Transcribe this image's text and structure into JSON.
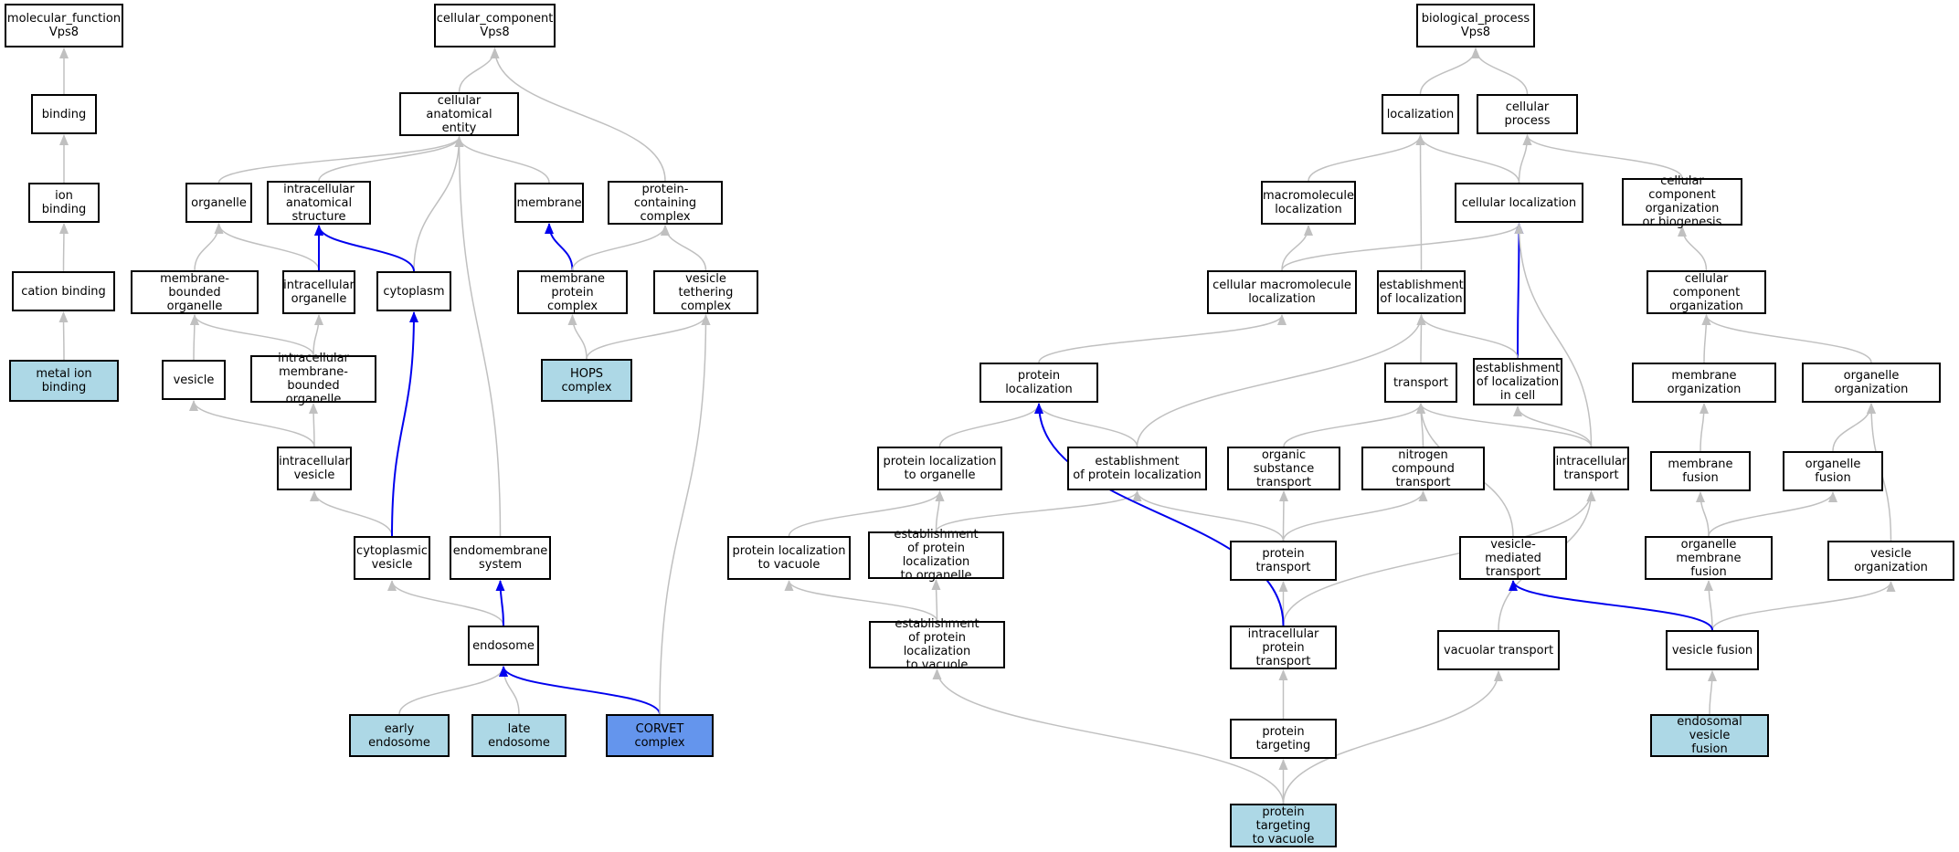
{
  "nodes": [
    {
      "id": "mf_root",
      "label": "molecular_function\nVps8"
    },
    {
      "id": "binding",
      "label": "binding"
    },
    {
      "id": "ion_binding",
      "label": "ion binding"
    },
    {
      "id": "cation_binding",
      "label": "cation binding"
    },
    {
      "id": "metal_ion_binding",
      "label": "metal ion binding",
      "fill": "light"
    },
    {
      "id": "cc_root",
      "label": "cellular_component\nVps8"
    },
    {
      "id": "cae",
      "label": "cellular anatomical\nentity"
    },
    {
      "id": "organelle",
      "label": "organelle"
    },
    {
      "id": "ias",
      "label": "intracellular\nanatomical structure"
    },
    {
      "id": "membrane",
      "label": "membrane"
    },
    {
      "id": "pcc",
      "label": "protein-containing\ncomplex"
    },
    {
      "id": "mbo",
      "label": "membrane-bounded\norganelle"
    },
    {
      "id": "io",
      "label": "intracellular\norganelle"
    },
    {
      "id": "cytoplasm",
      "label": "cytoplasm"
    },
    {
      "id": "mpc",
      "label": "membrane protein\ncomplex"
    },
    {
      "id": "vtc",
      "label": "vesicle tethering\ncomplex"
    },
    {
      "id": "vesicle",
      "label": "vesicle"
    },
    {
      "id": "imbo",
      "label": "intracellular\nmembrane-bounded\norganelle"
    },
    {
      "id": "hops",
      "label": "HOPS complex",
      "fill": "light"
    },
    {
      "id": "iv",
      "label": "intracellular\nvesicle"
    },
    {
      "id": "cv",
      "label": "cytoplasmic\nvesicle"
    },
    {
      "id": "es",
      "label": "endomembrane\nsystem"
    },
    {
      "id": "endosome",
      "label": "endosome"
    },
    {
      "id": "early",
      "label": "early endosome",
      "fill": "light"
    },
    {
      "id": "late",
      "label": "late endosome",
      "fill": "light"
    },
    {
      "id": "corvet",
      "label": "CORVET complex",
      "fill": "focus"
    },
    {
      "id": "bp_root",
      "label": "biological_process\nVps8"
    },
    {
      "id": "localization",
      "label": "localization"
    },
    {
      "id": "cp",
      "label": "cellular process"
    },
    {
      "id": "ml",
      "label": "macromolecule\nlocalization"
    },
    {
      "id": "cl",
      "label": "cellular localization"
    },
    {
      "id": "ccob",
      "label": "cellular component\norganization\nor biogenesis"
    },
    {
      "id": "cml",
      "label": "cellular macromolecule\nlocalization"
    },
    {
      "id": "eol",
      "label": "establishment\nof localization"
    },
    {
      "id": "cco",
      "label": "cellular component\norganization"
    },
    {
      "id": "pl",
      "label": "protein localization"
    },
    {
      "id": "transport",
      "label": "transport"
    },
    {
      "id": "eolic",
      "label": "establishment\nof localization\nin cell"
    },
    {
      "id": "mo",
      "label": "membrane organization"
    },
    {
      "id": "oo",
      "label": "organelle organization"
    },
    {
      "id": "plto",
      "label": "protein localization\nto organelle"
    },
    {
      "id": "eopl",
      "label": "establishment\nof protein localization"
    },
    {
      "id": "ost",
      "label": "organic substance\ntransport"
    },
    {
      "id": "nct",
      "label": "nitrogen compound\ntransport"
    },
    {
      "id": "it",
      "label": "intracellular\ntransport"
    },
    {
      "id": "mfus",
      "label": "membrane fusion"
    },
    {
      "id": "ofus",
      "label": "organelle fusion"
    },
    {
      "id": "pltv",
      "label": "protein localization\nto vacuole"
    },
    {
      "id": "eoplto",
      "label": "establishment\nof protein localization\nto organelle"
    },
    {
      "id": "pt",
      "label": "protein transport"
    },
    {
      "id": "vmt",
      "label": "vesicle-mediated\ntransport"
    },
    {
      "id": "omf",
      "label": "organelle membrane\nfusion"
    },
    {
      "id": "vo",
      "label": "vesicle organization"
    },
    {
      "id": "eopltv",
      "label": "establishment\nof protein localization\nto vacuole"
    },
    {
      "id": "ipt",
      "label": "intracellular\nprotein transport"
    },
    {
      "id": "vt",
      "label": "vacuolar transport"
    },
    {
      "id": "vf",
      "label": "vesicle fusion"
    },
    {
      "id": "ptg",
      "label": "protein targeting"
    },
    {
      "id": "evf",
      "label": "endosomal vesicle\nfusion",
      "fill": "light"
    },
    {
      "id": "pttv",
      "label": "protein targeting\nto vacuole",
      "fill": "light"
    }
  ],
  "edges": [
    [
      "binding",
      "mf_root"
    ],
    [
      "ion_binding",
      "binding"
    ],
    [
      "cation_binding",
      "ion_binding"
    ],
    [
      "metal_ion_binding",
      "cation_binding"
    ],
    [
      "cae",
      "cc_root"
    ],
    [
      "pcc",
      "cc_root"
    ],
    [
      "organelle",
      "cae"
    ],
    [
      "ias",
      "cae"
    ],
    [
      "membrane",
      "cae"
    ],
    [
      "cytoplasm",
      "cae"
    ],
    [
      "es",
      "cae"
    ],
    [
      "mbo",
      "organelle"
    ],
    [
      "io",
      "organelle"
    ],
    [
      "io",
      "ias",
      "blue"
    ],
    [
      "cytoplasm",
      "ias",
      "blue"
    ],
    [
      "mpc",
      "membrane",
      "blue"
    ],
    [
      "mpc",
      "pcc"
    ],
    [
      "vtc",
      "pcc"
    ],
    [
      "vesicle",
      "mbo"
    ],
    [
      "imbo",
      "mbo"
    ],
    [
      "imbo",
      "io"
    ],
    [
      "hops",
      "mpc"
    ],
    [
      "hops",
      "vtc"
    ],
    [
      "iv",
      "vesicle"
    ],
    [
      "iv",
      "imbo"
    ],
    [
      "cv",
      "iv"
    ],
    [
      "cv",
      "cytoplasm",
      "blue"
    ],
    [
      "endosome",
      "cv"
    ],
    [
      "endosome",
      "es",
      "blue"
    ],
    [
      "early",
      "endosome"
    ],
    [
      "late",
      "endosome"
    ],
    [
      "corvet",
      "endosome",
      "blue"
    ],
    [
      "corvet",
      "vtc"
    ],
    [
      "localization",
      "bp_root"
    ],
    [
      "cp",
      "bp_root"
    ],
    [
      "ml",
      "localization"
    ],
    [
      "cl",
      "localization"
    ],
    [
      "cl",
      "cp"
    ],
    [
      "ccob",
      "cp"
    ],
    [
      "eol",
      "localization"
    ],
    [
      "cml",
      "ml"
    ],
    [
      "cml",
      "cl"
    ],
    [
      "eolic",
      "cl",
      "blue"
    ],
    [
      "eolic",
      "eol"
    ],
    [
      "cco",
      "ccob"
    ],
    [
      "pl",
      "cml"
    ],
    [
      "transport",
      "eol"
    ],
    [
      "eopl",
      "eol"
    ],
    [
      "it",
      "cl"
    ],
    [
      "it",
      "eolic"
    ],
    [
      "it",
      "transport"
    ],
    [
      "mo",
      "cco"
    ],
    [
      "oo",
      "cco"
    ],
    [
      "plto",
      "pl"
    ],
    [
      "eopl",
      "pl"
    ],
    [
      "ost",
      "transport"
    ],
    [
      "nct",
      "transport"
    ],
    [
      "vmt",
      "transport"
    ],
    [
      "mfus",
      "mo"
    ],
    [
      "ofus",
      "oo"
    ],
    [
      "vo",
      "oo"
    ],
    [
      "pltv",
      "plto"
    ],
    [
      "eoplto",
      "plto"
    ],
    [
      "eoplto",
      "eopl"
    ],
    [
      "pt",
      "eopl"
    ],
    [
      "pt",
      "ost"
    ],
    [
      "pt",
      "nct"
    ],
    [
      "omf",
      "mfus"
    ],
    [
      "omf",
      "ofus"
    ],
    [
      "eopltv",
      "pltv"
    ],
    [
      "eopltv",
      "eoplto"
    ],
    [
      "ipt",
      "pt"
    ],
    [
      "ipt",
      "it"
    ],
    [
      "ipt",
      "pl",
      "blue"
    ],
    [
      "vt",
      "it"
    ],
    [
      "vf",
      "omf"
    ],
    [
      "vf",
      "vo"
    ],
    [
      "vf",
      "vmt",
      "blue"
    ],
    [
      "ptg",
      "ipt"
    ],
    [
      "evf",
      "vf"
    ],
    [
      "pttv",
      "ptg"
    ],
    [
      "pttv",
      "eopltv"
    ],
    [
      "pttv",
      "vt"
    ]
  ],
  "colors": {
    "edge": "#c0c0c0",
    "highlight_edge": "#0000ee",
    "light_fill": "#add8e6",
    "focus_fill": "#6495ed"
  }
}
